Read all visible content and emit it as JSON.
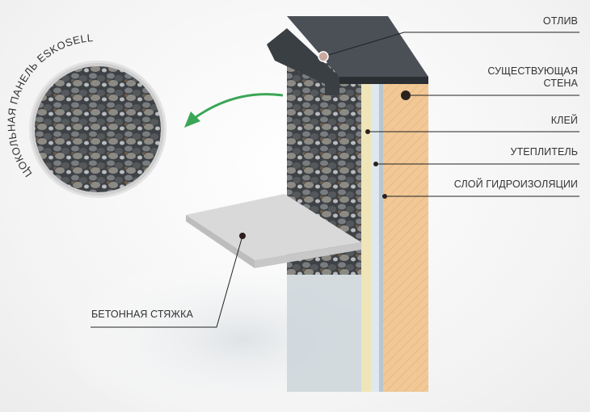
{
  "circle_label": "ЦОКОЛЬНАЯ ПАНЕЛЬ ESKOSELL",
  "labels": {
    "otliv": "ОТЛИВ",
    "wall_line1": "СУЩЕСТВУЮЩАЯ",
    "wall_line2": "СТЕНА",
    "glue": "КЛЕЙ",
    "insulation": "УТЕПЛИТЕЛЬ",
    "waterproofing": "СЛОЙ ГИДРОИЗОЛЯЦИИ",
    "screed": "БЕТОННАЯ СТЯЖКА"
  },
  "colors": {
    "arrow": "#3aa655",
    "wall": "#f1c896",
    "cap": "#3a3f44",
    "insulation": "#efe5b8"
  }
}
